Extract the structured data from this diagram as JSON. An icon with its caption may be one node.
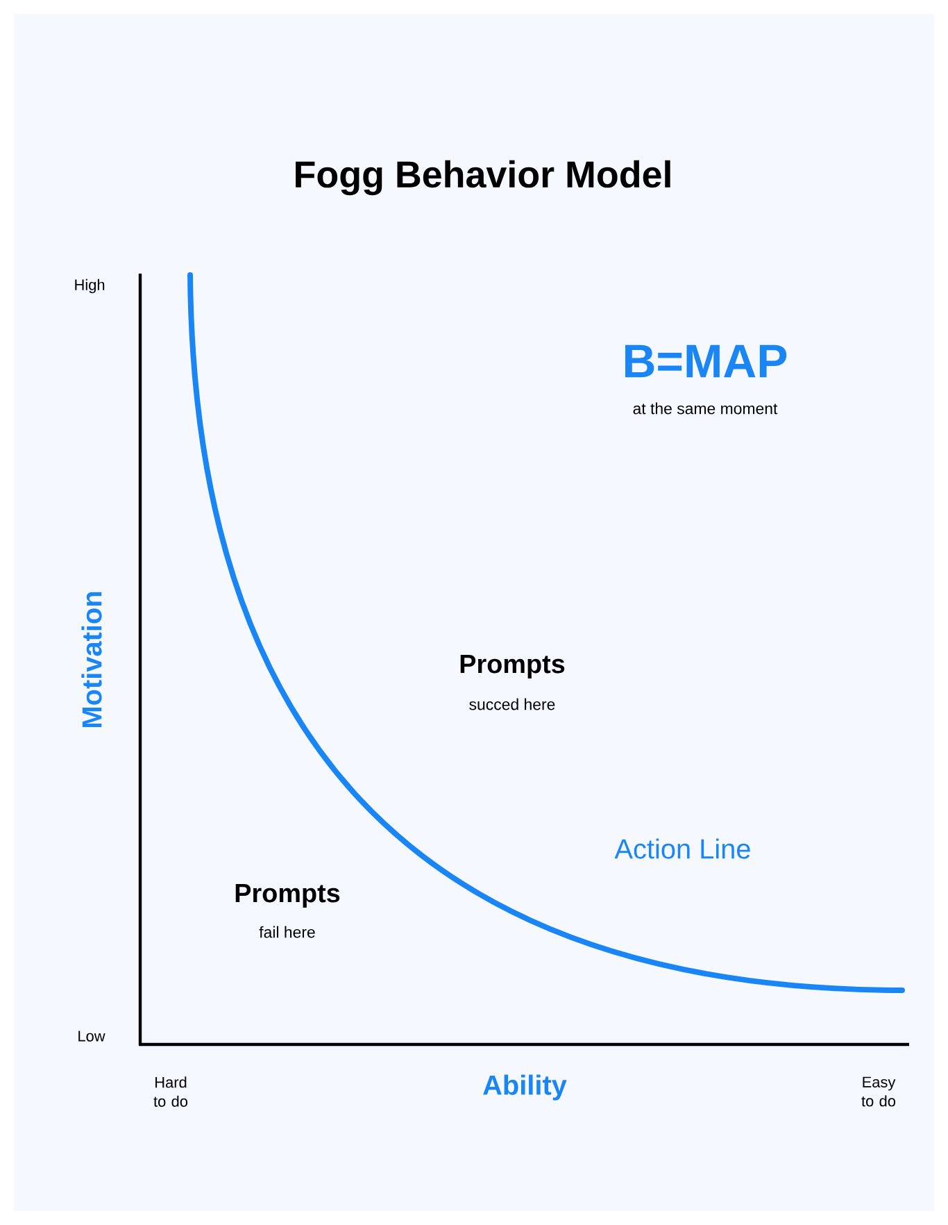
{
  "diagram": {
    "title": "Fogg Behavior Model",
    "labels": [
      "High",
      "B=MAP",
      "at the same moment",
      "Motivation",
      "Prompts",
      "succed here",
      "Action Line",
      "Prompts",
      "fail here",
      "Low",
      "Hard to do",
      "Ability",
      "Easy to do"
    ]
  }
}
